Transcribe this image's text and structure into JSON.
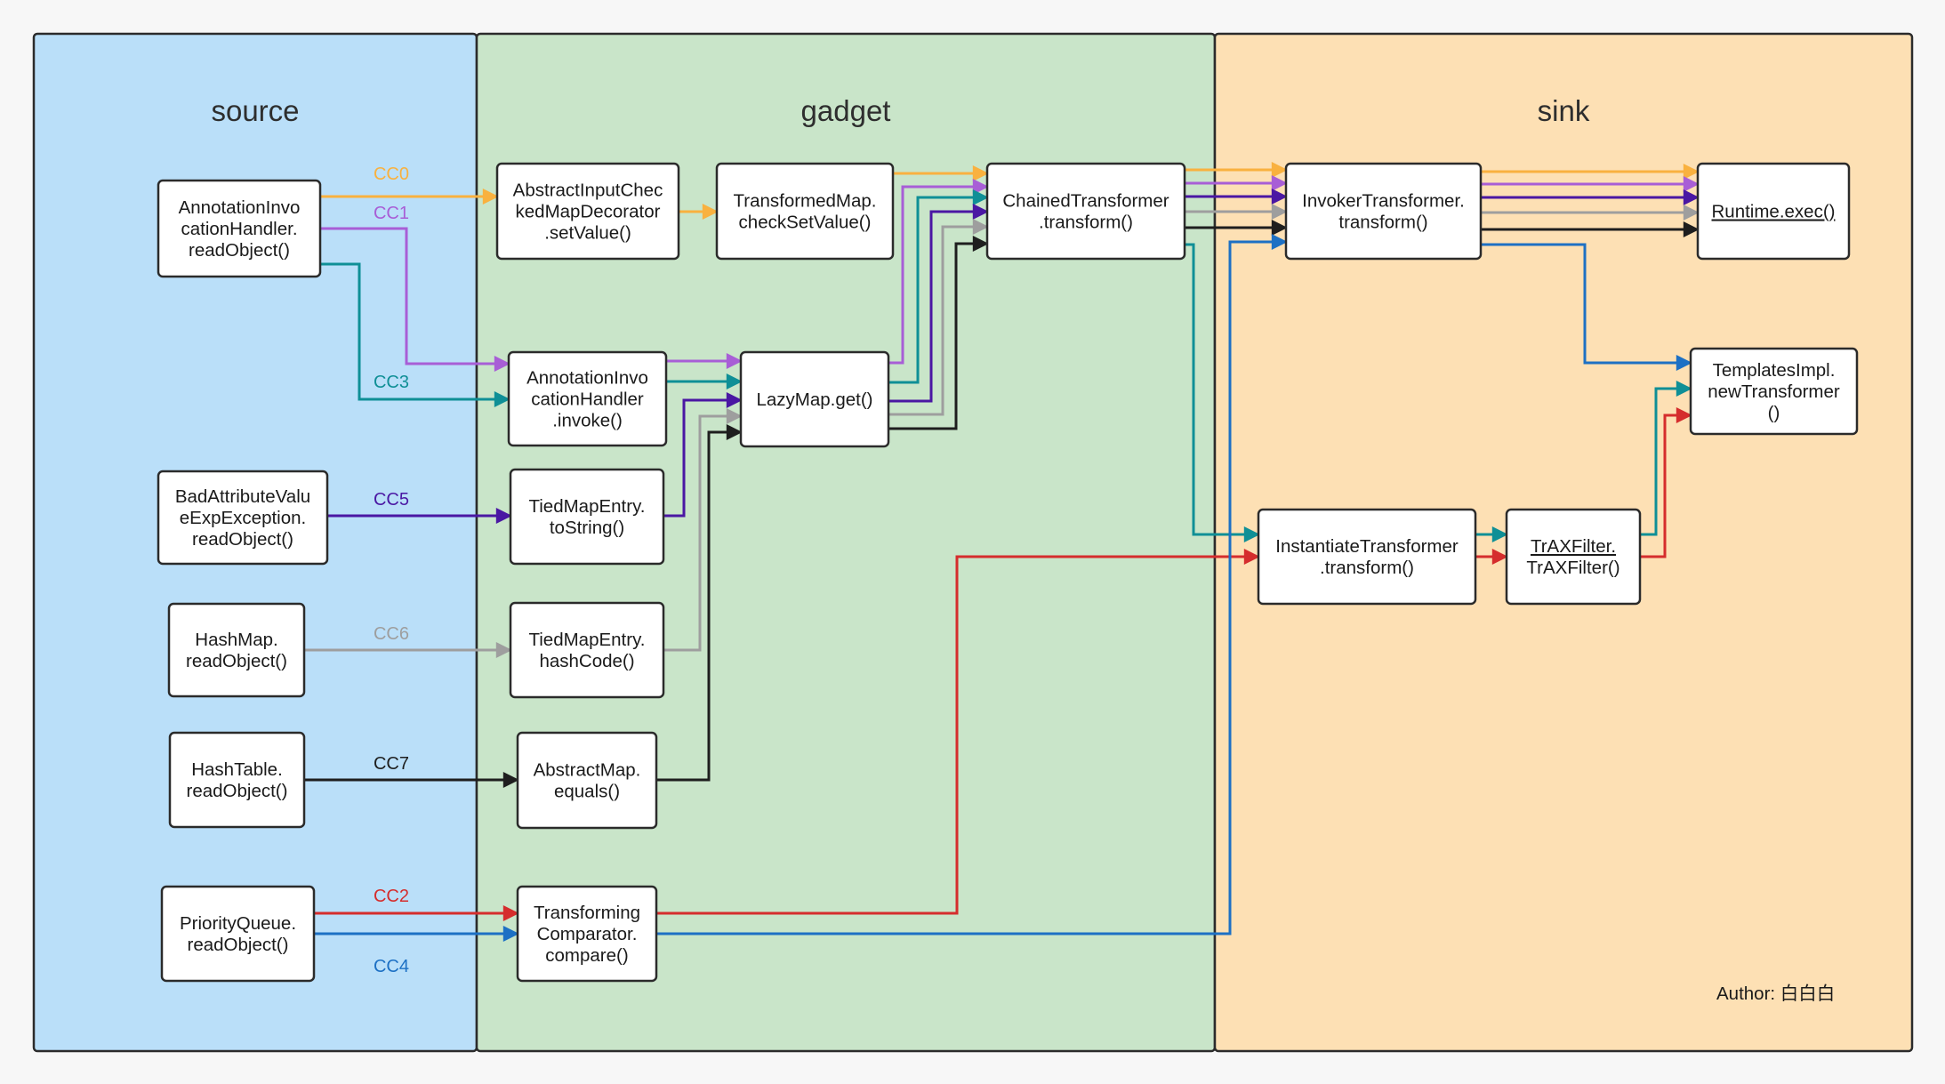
{
  "panels": [
    {
      "id": "source",
      "title": "source",
      "color": "#badff9"
    },
    {
      "id": "gadget",
      "title": "gadget",
      "color": "#c9e5c9"
    },
    {
      "id": "sink",
      "title": "sink",
      "color": "#fde0b4"
    }
  ],
  "nodes": [
    {
      "id": "aih-read",
      "lines": [
        "AnnotationInvo",
        "cationHandler.",
        "readObject()"
      ]
    },
    {
      "id": "bave-read",
      "lines": [
        "BadAttributeValu",
        "eExpException.",
        "readObject()"
      ]
    },
    {
      "id": "hashmap-read",
      "lines": [
        "HashMap.",
        "readObject()"
      ]
    },
    {
      "id": "hashtable-read",
      "lines": [
        "HashTable.",
        "readObject()"
      ]
    },
    {
      "id": "pq-read",
      "lines": [
        "PriorityQueue.",
        "readObject()"
      ]
    },
    {
      "id": "aicmd-setvalue",
      "lines": [
        "AbstractInputChec",
        "kedMapDecorator",
        ".setValue()"
      ]
    },
    {
      "id": "tm-checksetvalue",
      "lines": [
        "TransformedMap.",
        "checkSetValue()"
      ]
    },
    {
      "id": "aih-invoke",
      "lines": [
        "AnnotationInvo",
        "cationHandler",
        ".invoke()"
      ]
    },
    {
      "id": "lazymap-get",
      "lines": [
        "LazyMap.get()"
      ]
    },
    {
      "id": "tme-tostring",
      "lines": [
        "TiedMapEntry.",
        "toString()"
      ]
    },
    {
      "id": "tme-hashcode",
      "lines": [
        "TiedMapEntry.",
        "hashCode()"
      ]
    },
    {
      "id": "am-equals",
      "lines": [
        "AbstractMap.",
        "equals()"
      ]
    },
    {
      "id": "tc-compare",
      "lines": [
        "Transforming",
        "Comparator.",
        "compare()"
      ]
    },
    {
      "id": "chained-transform",
      "lines": [
        "ChainedTransformer",
        ".transform()"
      ]
    },
    {
      "id": "invoker-transform",
      "lines": [
        "InvokerTransformer.",
        "transform()"
      ]
    },
    {
      "id": "runtime-exec",
      "lines": [
        "Runtime.exec()"
      ],
      "underline": "Runtime"
    },
    {
      "id": "templates-newtransformer",
      "lines": [
        "TemplatesImpl.",
        "newTransformer",
        "()"
      ]
    },
    {
      "id": "instantiate-transform",
      "lines": [
        "InstantiateTransformer",
        ".transform()"
      ]
    },
    {
      "id": "traxfilter",
      "lines": [
        "TrAXFilter.",
        "TrAXFilter()"
      ],
      "underline": "TrAXFilter"
    }
  ],
  "chains": [
    {
      "label": "CC0",
      "color": "#f9b13f"
    },
    {
      "label": "CC1",
      "color": "#a85ed6"
    },
    {
      "label": "CC2",
      "color": "#d52d2d"
    },
    {
      "label": "CC3",
      "color": "#0f8f96"
    },
    {
      "label": "CC4",
      "color": "#1d70c4"
    },
    {
      "label": "CC5",
      "color": "#4a17a3"
    },
    {
      "label": "CC6",
      "color": "#9e9e9e"
    },
    {
      "label": "CC7",
      "color": "#1e1e1e"
    }
  ],
  "author": "Author: 白白白"
}
